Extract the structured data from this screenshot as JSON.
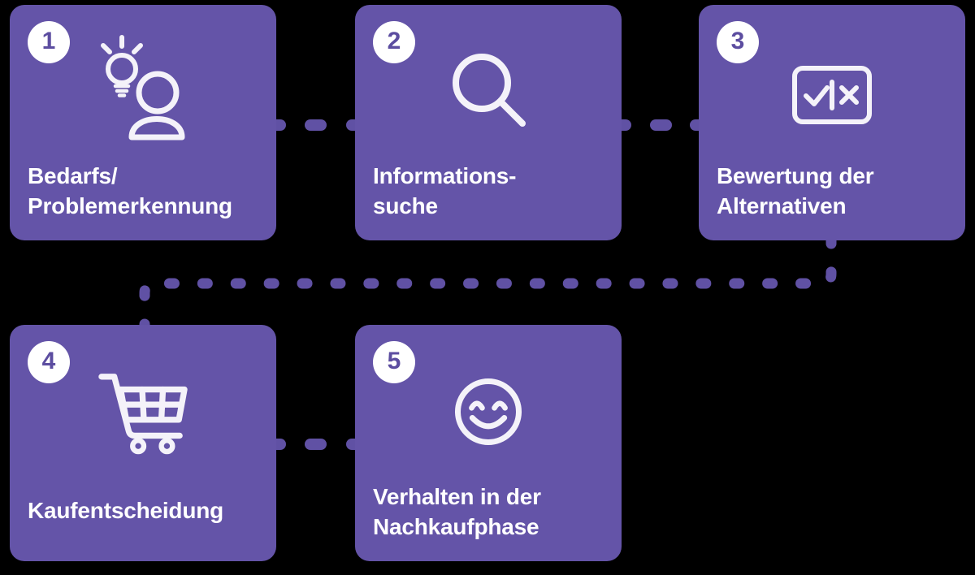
{
  "colors": {
    "bg": "#000000",
    "card": "#6454a8",
    "connector": "#6051a4",
    "badge-bg": "#ffffff",
    "badge-digit": "#5c4da0",
    "text": "#ffffff",
    "icon": "#f4f2f9"
  },
  "steps": [
    {
      "number": "1",
      "icon": "idea-person-icon",
      "lines": [
        "Bedarfs/",
        "Problemerkennung"
      ]
    },
    {
      "number": "2",
      "icon": "search-icon",
      "lines": [
        "Informations-",
        "suche"
      ]
    },
    {
      "number": "3",
      "icon": "check-x-choice-icon",
      "lines": [
        "Bewertung der",
        "Alternativen"
      ]
    },
    {
      "number": "4",
      "icon": "shopping-cart-icon",
      "lines": [
        "Kaufentscheidung"
      ]
    },
    {
      "number": "5",
      "icon": "smiley-icon",
      "lines": [
        "Verhalten in der",
        "Nachkaufphase"
      ]
    }
  ]
}
